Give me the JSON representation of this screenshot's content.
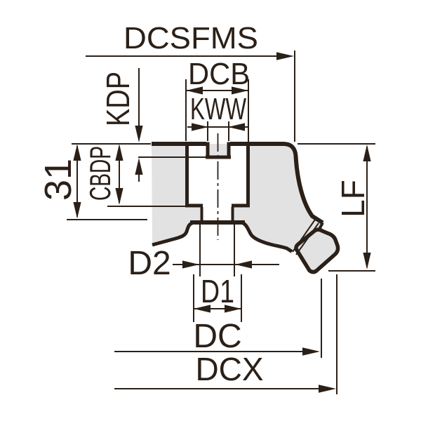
{
  "drawing": {
    "description": "Technical dimension drawing of a face milling cutter cross-section",
    "labels": {
      "dcsfms": "DCSFMS",
      "dcb": "DCB",
      "kww": "KWW",
      "kdp": "KDP",
      "cbdp": "CBDP",
      "height31": "31",
      "lf": "LF",
      "d2": "D2",
      "d1": "D1",
      "dc": "DC",
      "dcx": "DCX"
    }
  },
  "colors": {
    "ink": "#2b2018",
    "body-fill": "#e3e2e3",
    "background": "#ffffff"
  }
}
